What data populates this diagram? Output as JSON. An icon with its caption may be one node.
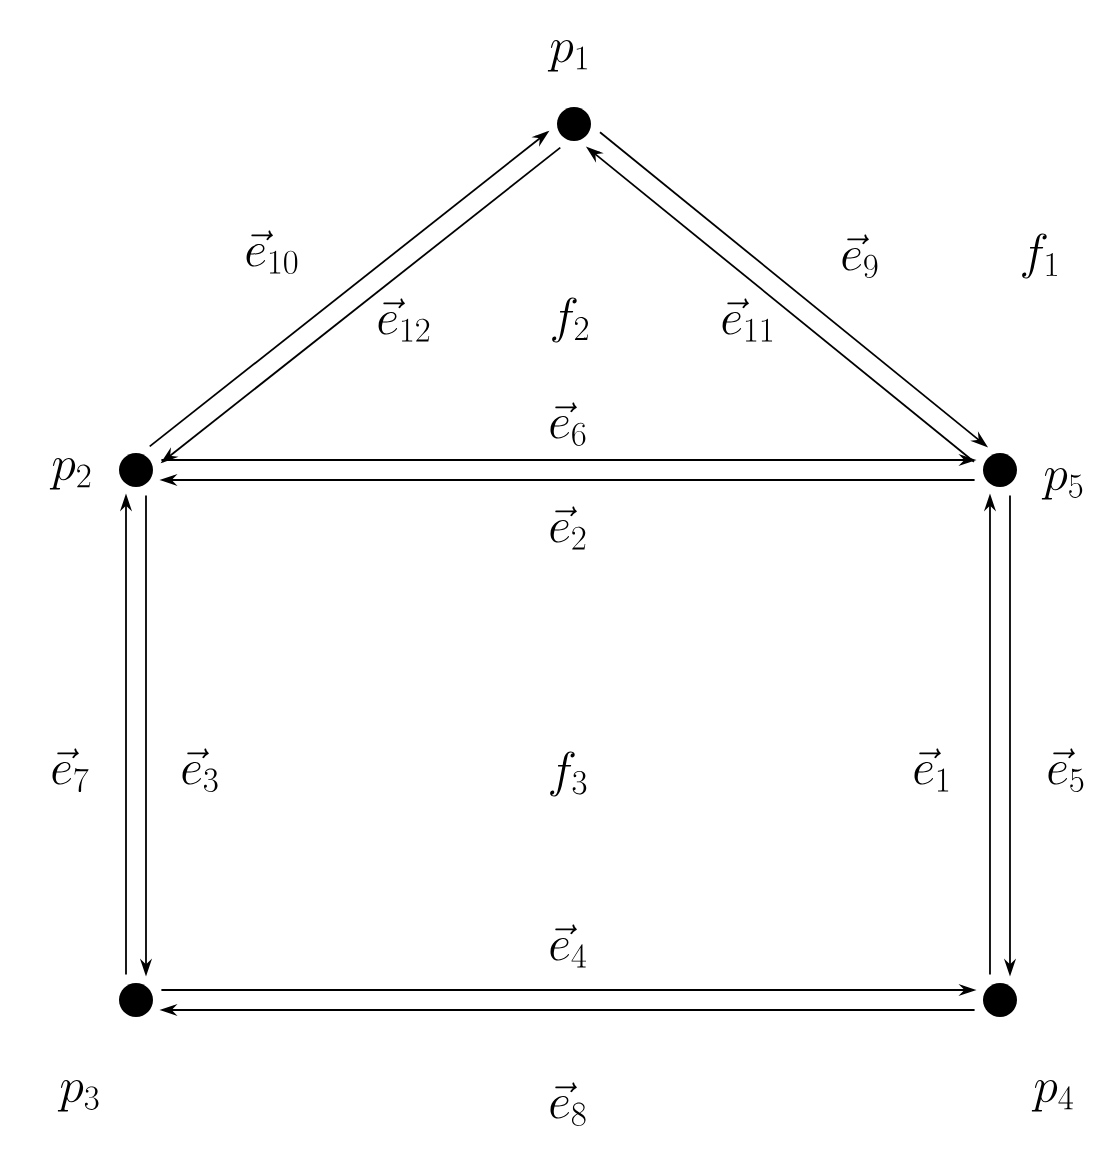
{
  "diagram": {
    "nodes": [
      {
        "text": [],
        "shape": "circle",
        "beside": [
          "p_1"
        ]
      },
      {
        "text": [],
        "shape": "circle",
        "beside": [
          "p_2"
        ]
      },
      {
        "text": [],
        "shape": "circle",
        "beside": [
          "p_3"
        ]
      },
      {
        "text": [],
        "shape": "circle",
        "beside": [
          "p_4"
        ]
      },
      {
        "text": [],
        "shape": "circle",
        "beside": [
          "p_5"
        ]
      }
    ],
    "edges": [
      {
        "from": 3,
        "to": 4,
        "arrow": "to",
        "label": "\\vec{e}_1"
      },
      {
        "from": 4,
        "to": 1,
        "arrow": "to",
        "label": "\\vec{e}_2"
      },
      {
        "from": 1,
        "to": 2,
        "arrow": "to",
        "label": "\\vec{e}_3"
      },
      {
        "from": 2,
        "to": 3,
        "arrow": "to",
        "label": "\\vec{e}_4"
      },
      {
        "from": 4,
        "to": 3,
        "arrow": "to",
        "label": "\\vec{e}_5"
      },
      {
        "from": 1,
        "to": 4,
        "arrow": "to",
        "label": "\\vec{e}_6"
      },
      {
        "from": 2,
        "to": 1,
        "arrow": "to",
        "label": "\\vec{e}_7"
      },
      {
        "from": 3,
        "to": 2,
        "arrow": "to",
        "label": "\\vec{e}_8"
      },
      {
        "from": 0,
        "to": 4,
        "arrow": "to",
        "label": "\\vec{e}_9"
      },
      {
        "from": 1,
        "to": 0,
        "arrow": "to",
        "label": "\\vec{e}_{10}"
      },
      {
        "from": 4,
        "to": 0,
        "arrow": "to",
        "label": "\\vec{e}_{11}"
      },
      {
        "from": 0,
        "to": 1,
        "arrow": "to",
        "label": "\\vec{e}_{12}"
      }
    ],
    "labels": [
      "f_1",
      "f_2",
      "f_3"
    ]
  }
}
